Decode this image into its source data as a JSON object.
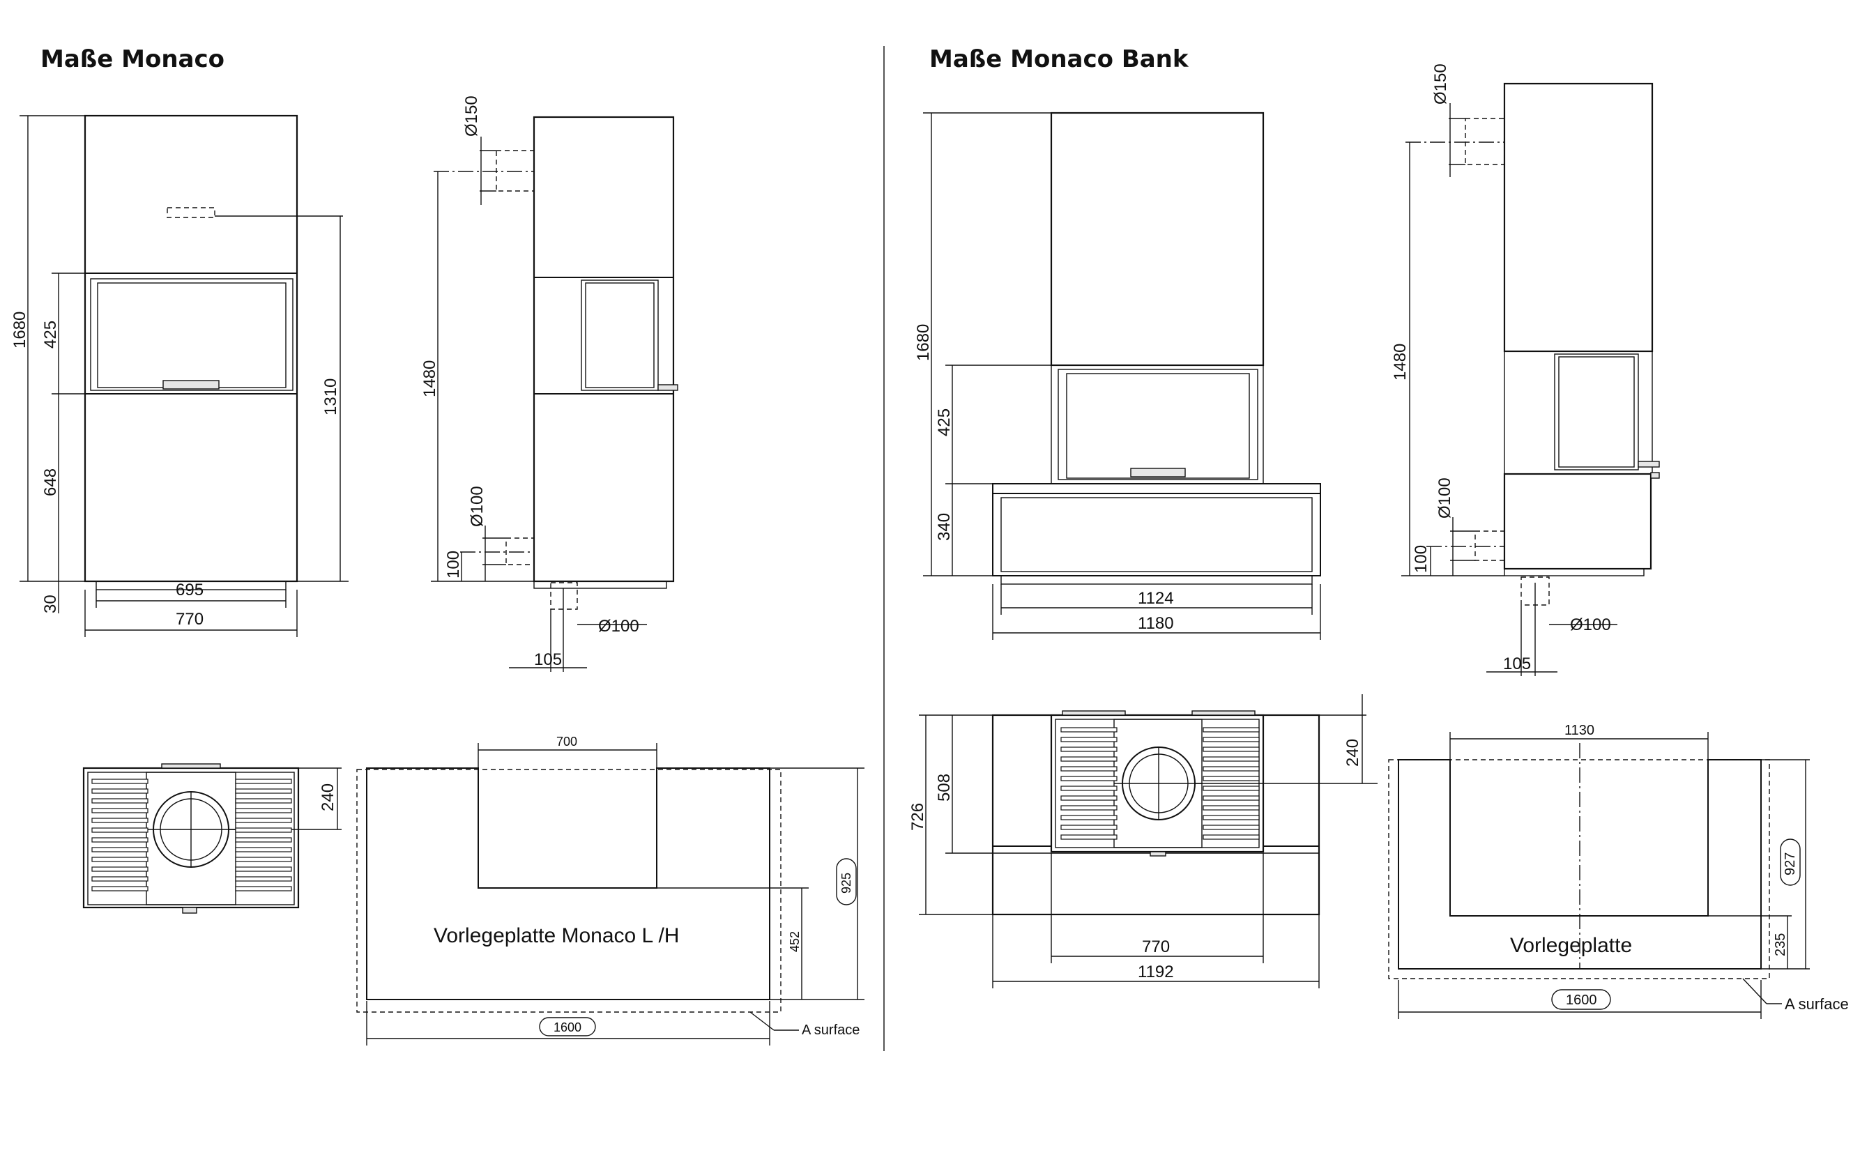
{
  "titles": {
    "left": "Maße Monaco",
    "right": "Maße Monaco Bank"
  },
  "monaco": {
    "front": {
      "h_total": "1680",
      "h_window": "425",
      "h_lower": "648",
      "h_plinth": "30",
      "h_outlet": "1310",
      "w_inner": "695",
      "w_outer": "770"
    },
    "side": {
      "d_top": "Ø150",
      "h_top": "1480",
      "d_side": "Ø100",
      "h_side": "100",
      "d_bottom": "Ø100",
      "w_bottom": "105"
    },
    "top": {
      "d_flue": "240"
    },
    "plate": {
      "label": "Vorlegeplatte Monaco L /H",
      "w_cutout": "700",
      "h_side": "925",
      "h_front": "452",
      "w_total": "1600",
      "surface": "A surface"
    }
  },
  "bank": {
    "front": {
      "h_total": "1680",
      "h_window": "425",
      "h_bank": "340",
      "w_inner": "1124",
      "w_outer": "1180"
    },
    "side": {
      "d_top": "Ø150",
      "h_top": "1480",
      "d_side": "Ø100",
      "h_side": "100",
      "d_bottom": "Ø100",
      "w_bottom": "105"
    },
    "top": {
      "h_total": "726",
      "h_unit": "508",
      "d_flue": "240",
      "w_inner": "770",
      "w_outer": "1192"
    },
    "plate": {
      "label": "Vorlegeplatte",
      "w_cutout": "1130",
      "h_side": "927",
      "h_front": "235",
      "w_total": "1600",
      "surface": "A surface"
    }
  }
}
